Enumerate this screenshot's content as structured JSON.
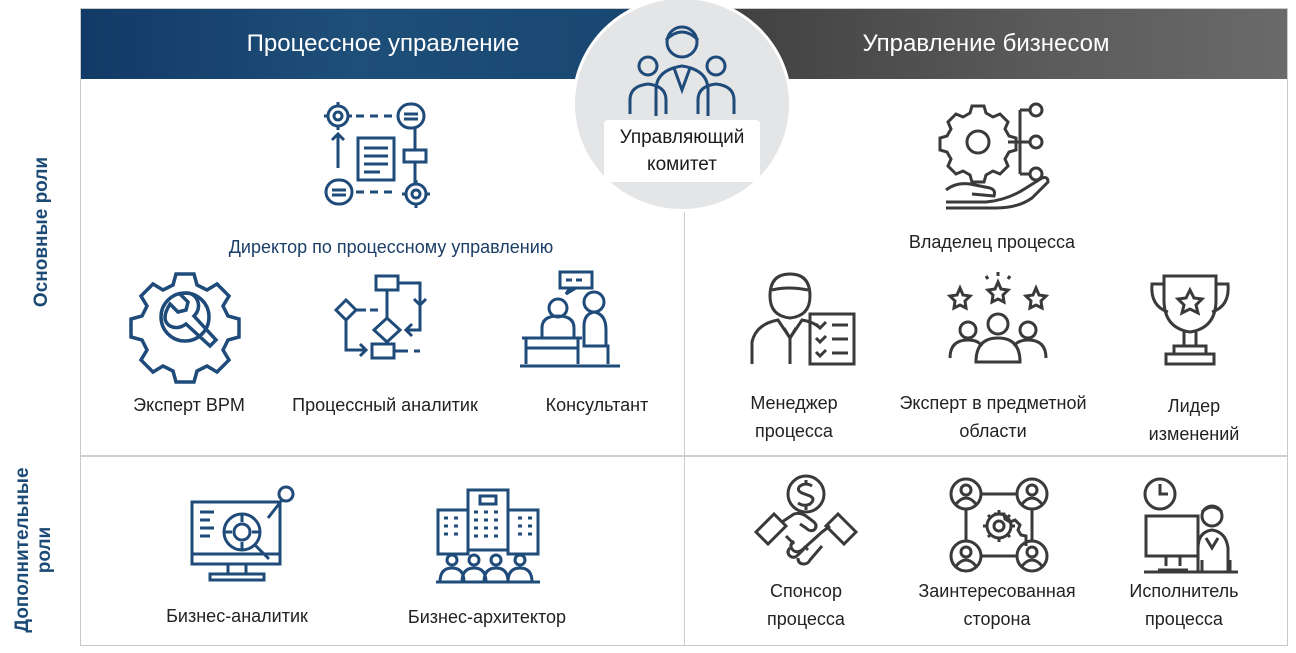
{
  "header": {
    "left_title": "Процессное управление",
    "right_title": "Управление бизнесом"
  },
  "committee": {
    "label": "Управляющий комитет"
  },
  "rows": {
    "primary_label": "Основные роли",
    "secondary_label": "Дополнительные роли"
  },
  "roles": {
    "process_director": "Директор по процессному управлению",
    "bpm_expert": "Эксперт BPM",
    "process_analyst": "Процессный аналитик",
    "consultant": "Консультант",
    "process_owner": "Владелец процесса",
    "process_manager": "Менеджер процесса",
    "domain_expert": "Эксперт в предметной области",
    "change_leader": "Лидер изменений",
    "business_analyst": "Бизнес-аналитик",
    "business_architect": "Бизнес-архитектор",
    "process_sponsor": "Спонсор процесса",
    "stakeholder": "Заинтересованная сторона",
    "process_executor": "Исполнитель процесса"
  },
  "colors": {
    "left_header": "#1e4f79",
    "right_header": "#5b5b5b",
    "left_icons": "#1f4b7a",
    "right_icons": "#3a3a3a",
    "side_labels": "#1b4a76"
  }
}
